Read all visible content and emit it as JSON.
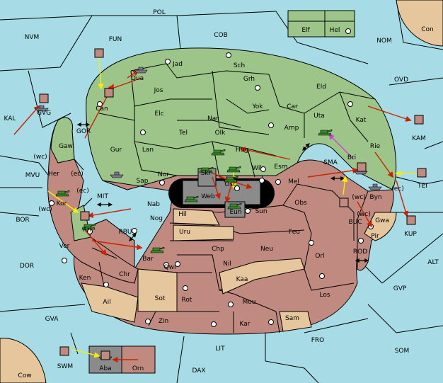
{
  "colors": {
    "sea": "#a7dbe6",
    "power_green": "#9dc58a",
    "power_red": "#c18a80",
    "neutral_tan": "#e6c69d",
    "impassable": "#000000",
    "order_move": "#cc2200",
    "order_support": "#f0f000",
    "order_convoy": "#cc44cc"
  },
  "sea_regions": [
    {
      "id": "POL",
      "label": "POL"
    },
    {
      "id": "NVM",
      "label": "NVM"
    },
    {
      "id": "FUN",
      "label": "FUN"
    },
    {
      "id": "COB",
      "label": "COB"
    },
    {
      "id": "NOM",
      "label": "NOM"
    },
    {
      "id": "OVD",
      "label": "OVD"
    },
    {
      "id": "KAL",
      "label": "KAL"
    },
    {
      "id": "MVU",
      "label": "MVU"
    },
    {
      "id": "BOR",
      "label": "BOR"
    },
    {
      "id": "DOR",
      "label": "DOR"
    },
    {
      "id": "GVA",
      "label": "GVA"
    },
    {
      "id": "SWM",
      "label": "SWM"
    },
    {
      "id": "LIT",
      "label": "LIT"
    },
    {
      "id": "DAX",
      "label": "DAX"
    },
    {
      "id": "FRO",
      "label": "FRO"
    },
    {
      "id": "SOM",
      "label": "SOM"
    },
    {
      "id": "GVP",
      "label": "GVP"
    },
    {
      "id": "ALT",
      "label": "ALT"
    },
    {
      "id": "KAM",
      "label": "KAM"
    },
    {
      "id": "TEI",
      "label": "TEI"
    },
    {
      "id": "KUP",
      "label": "KUP"
    },
    {
      "id": "BUC",
      "label": "BUC"
    },
    {
      "id": "ROD",
      "label": "ROD"
    },
    {
      "id": "SMA",
      "label": "SMA"
    },
    {
      "id": "MIT",
      "label": "MIT"
    },
    {
      "id": "RBU",
      "label": "RBU"
    },
    {
      "id": "GOR",
      "label": "GOR"
    },
    {
      "id": "GVG",
      "label": "GVG"
    }
  ],
  "land_regions": [
    {
      "id": "Con",
      "label": "Con"
    },
    {
      "id": "Elf",
      "label": "Elf"
    },
    {
      "id": "Hel",
      "label": "Hel"
    },
    {
      "id": "Jad",
      "label": "Jad"
    },
    {
      "id": "Sch",
      "label": "Sch"
    },
    {
      "id": "Qua",
      "label": "Qua"
    },
    {
      "id": "Jos",
      "label": "Jos"
    },
    {
      "id": "Grh",
      "label": "Grh"
    },
    {
      "id": "Eld",
      "label": "Eld"
    },
    {
      "id": "Can",
      "label": "Can"
    },
    {
      "id": "Yok",
      "label": "Yok"
    },
    {
      "id": "Car",
      "label": "Car"
    },
    {
      "id": "Nar",
      "label": "Nar"
    },
    {
      "id": "Elc",
      "label": "Elc"
    },
    {
      "id": "Uta",
      "label": "Uta"
    },
    {
      "id": "Kat",
      "label": "Kat"
    },
    {
      "id": "Tel",
      "label": "Tel"
    },
    {
      "id": "Olk",
      "label": "Olk"
    },
    {
      "id": "Amp",
      "label": "Amp"
    },
    {
      "id": "Gur",
      "label": "Gur"
    },
    {
      "id": "Gaw",
      "label": "Gaw"
    },
    {
      "id": "Lan",
      "label": "Lan"
    },
    {
      "id": "Hug",
      "label": "Hug"
    },
    {
      "id": "Rie",
      "label": "Rie"
    },
    {
      "id": "Bri",
      "label": "Bri"
    },
    {
      "id": "Her",
      "label": "Her"
    },
    {
      "id": "Nor",
      "label": "Nor"
    },
    {
      "id": "Wil",
      "label": "Wil"
    },
    {
      "id": "Esm",
      "label": "Esm"
    },
    {
      "id": "Skr",
      "label": "Skr"
    },
    {
      "id": "Sap",
      "label": "Sap"
    },
    {
      "id": "Ost",
      "label": "Ost"
    },
    {
      "id": "Mel",
      "label": "Mel"
    },
    {
      "id": "Web",
      "label": "Web"
    },
    {
      "id": "Kor",
      "label": "Kor"
    },
    {
      "id": "Byn",
      "label": "Byn"
    },
    {
      "id": "Nab",
      "label": "Nab"
    },
    {
      "id": "Eun",
      "label": "Eun"
    },
    {
      "id": "Obs",
      "label": "Obs"
    },
    {
      "id": "Hil",
      "label": "Hil"
    },
    {
      "id": "Sun",
      "label": "Sun"
    },
    {
      "id": "Gwa",
      "label": "Gwa"
    },
    {
      "id": "Ari",
      "label": "Ari"
    },
    {
      "id": "Nog",
      "label": "Nog"
    },
    {
      "id": "Uru",
      "label": "Uru"
    },
    {
      "id": "Feu",
      "label": "Feu"
    },
    {
      "id": "Pir",
      "label": "Pir"
    },
    {
      "id": "Ver",
      "label": "Ver"
    },
    {
      "id": "Chp",
      "label": "Chp"
    },
    {
      "id": "Neu",
      "label": "Neu"
    },
    {
      "id": "Bar",
      "label": "Bar"
    },
    {
      "id": "Orl",
      "label": "Orl"
    },
    {
      "id": "Qwi",
      "label": "Qwi"
    },
    {
      "id": "Nil",
      "label": "Nil"
    },
    {
      "id": "Ken",
      "label": "Ken"
    },
    {
      "id": "Chr",
      "label": "Chr"
    },
    {
      "id": "Kaa",
      "label": "Kaa"
    },
    {
      "id": "Los",
      "label": "Los"
    },
    {
      "id": "Ail",
      "label": "Ail"
    },
    {
      "id": "Sot",
      "label": "Sot"
    },
    {
      "id": "Rot",
      "label": "Rot"
    },
    {
      "id": "Mou",
      "label": "Mou"
    },
    {
      "id": "Zin",
      "label": "Zin"
    },
    {
      "id": "Kar",
      "label": "Kar"
    },
    {
      "id": "Sam",
      "label": "Sam"
    },
    {
      "id": "Aba",
      "label": "Aba"
    },
    {
      "id": "Orn",
      "label": "Orn"
    },
    {
      "id": "Cow",
      "label": "Cow"
    }
  ],
  "coast_labels": {
    "gaw_wc": "(wc)",
    "her_ec": "(ec)",
    "kor_ec": "(ec)",
    "kor_wc": "(wc)",
    "bri_wc": "(wc)",
    "rie_ec": "(ec)",
    "byn_wc": "(wc)"
  },
  "units": [
    {
      "type": "army",
      "power": "green",
      "location": "Kor"
    },
    {
      "type": "army",
      "power": "green",
      "location": "Ari"
    },
    {
      "type": "army",
      "power": "green",
      "location": "Bar"
    },
    {
      "type": "army",
      "power": "green",
      "location": "Hug"
    },
    {
      "type": "army",
      "power": "green",
      "location": "Skr"
    },
    {
      "type": "army",
      "power": "green",
      "location": "Ost"
    },
    {
      "type": "army",
      "power": "green",
      "location": "Wil"
    },
    {
      "type": "army",
      "power": "green",
      "location": "Web"
    },
    {
      "type": "army",
      "power": "green",
      "location": "Eun"
    },
    {
      "type": "army",
      "power": "green",
      "location": "Uta"
    },
    {
      "type": "fleet",
      "power": "grey",
      "location": "Qua"
    },
    {
      "type": "fleet",
      "power": "grey",
      "location": "Sap"
    },
    {
      "type": "fleet",
      "power": "grey",
      "location": "Bri"
    },
    {
      "type": "fleet",
      "power": "grey",
      "location": "Byn"
    },
    {
      "type": "fleet",
      "power": "grey",
      "location": "Gaw"
    },
    {
      "type": "fleet",
      "power": "grey",
      "location": "Aba"
    }
  ]
}
